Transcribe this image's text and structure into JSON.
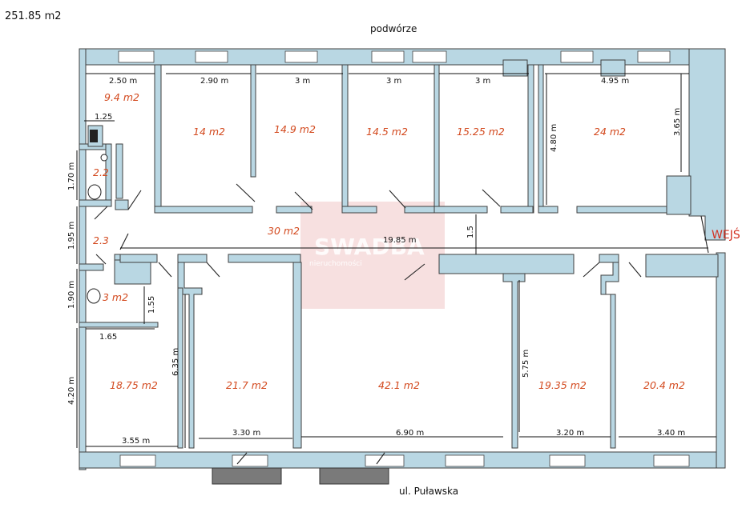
{
  "total_area": "251.85 m2",
  "courtyard_label": "podwórze",
  "street_label": "ul. Puławska",
  "entrance_label": "WEJŚ",
  "watermark": {
    "brand": "SWADBA",
    "tagline": "nieruchomości"
  },
  "rooms": [
    {
      "area": "9.4 m2"
    },
    {
      "area": "14 m2"
    },
    {
      "area": "14.9 m2"
    },
    {
      "area": "14.5 m2"
    },
    {
      "area": "15.25 m2"
    },
    {
      "area": "24 m2"
    },
    {
      "area": "2.2"
    },
    {
      "area": "30 m2"
    },
    {
      "area": "2.3"
    },
    {
      "area": "3 m2"
    },
    {
      "area": "18.75 m2"
    },
    {
      "area": "21.7 m2"
    },
    {
      "area": "42.1 m2"
    },
    {
      "area": "19.35 m2"
    },
    {
      "area": "20.4 m2"
    }
  ],
  "dimensions": {
    "top_2_50": "2.50 m",
    "top_2_90": "2.90 m",
    "top_3_a": "3 m",
    "top_3_b": "3 m",
    "top_3_c": "3 m",
    "top_4_95": "4.95 m",
    "v_3_65": "3.65 m",
    "v_4_80": "4.80 m",
    "d_1_25": "1.25",
    "v_1_70": "1.70 m",
    "v_1_95": "1.95 m",
    "corridor_19_85": "19.85 m",
    "corridor_1_5": "1.5",
    "v_1_90": "1.90 m",
    "v_1_55": "1.55",
    "d_1_65": "1.65",
    "v_6_35": "6.35 m",
    "v_4_20": "4.20 m",
    "v_5_75": "5.75 m",
    "bot_3_55": "3.55 m",
    "bot_3_30": "3.30 m",
    "bot_6_90": "6.90 m",
    "bot_3_20": "3.20 m",
    "bot_3_40": "3.40 m"
  }
}
